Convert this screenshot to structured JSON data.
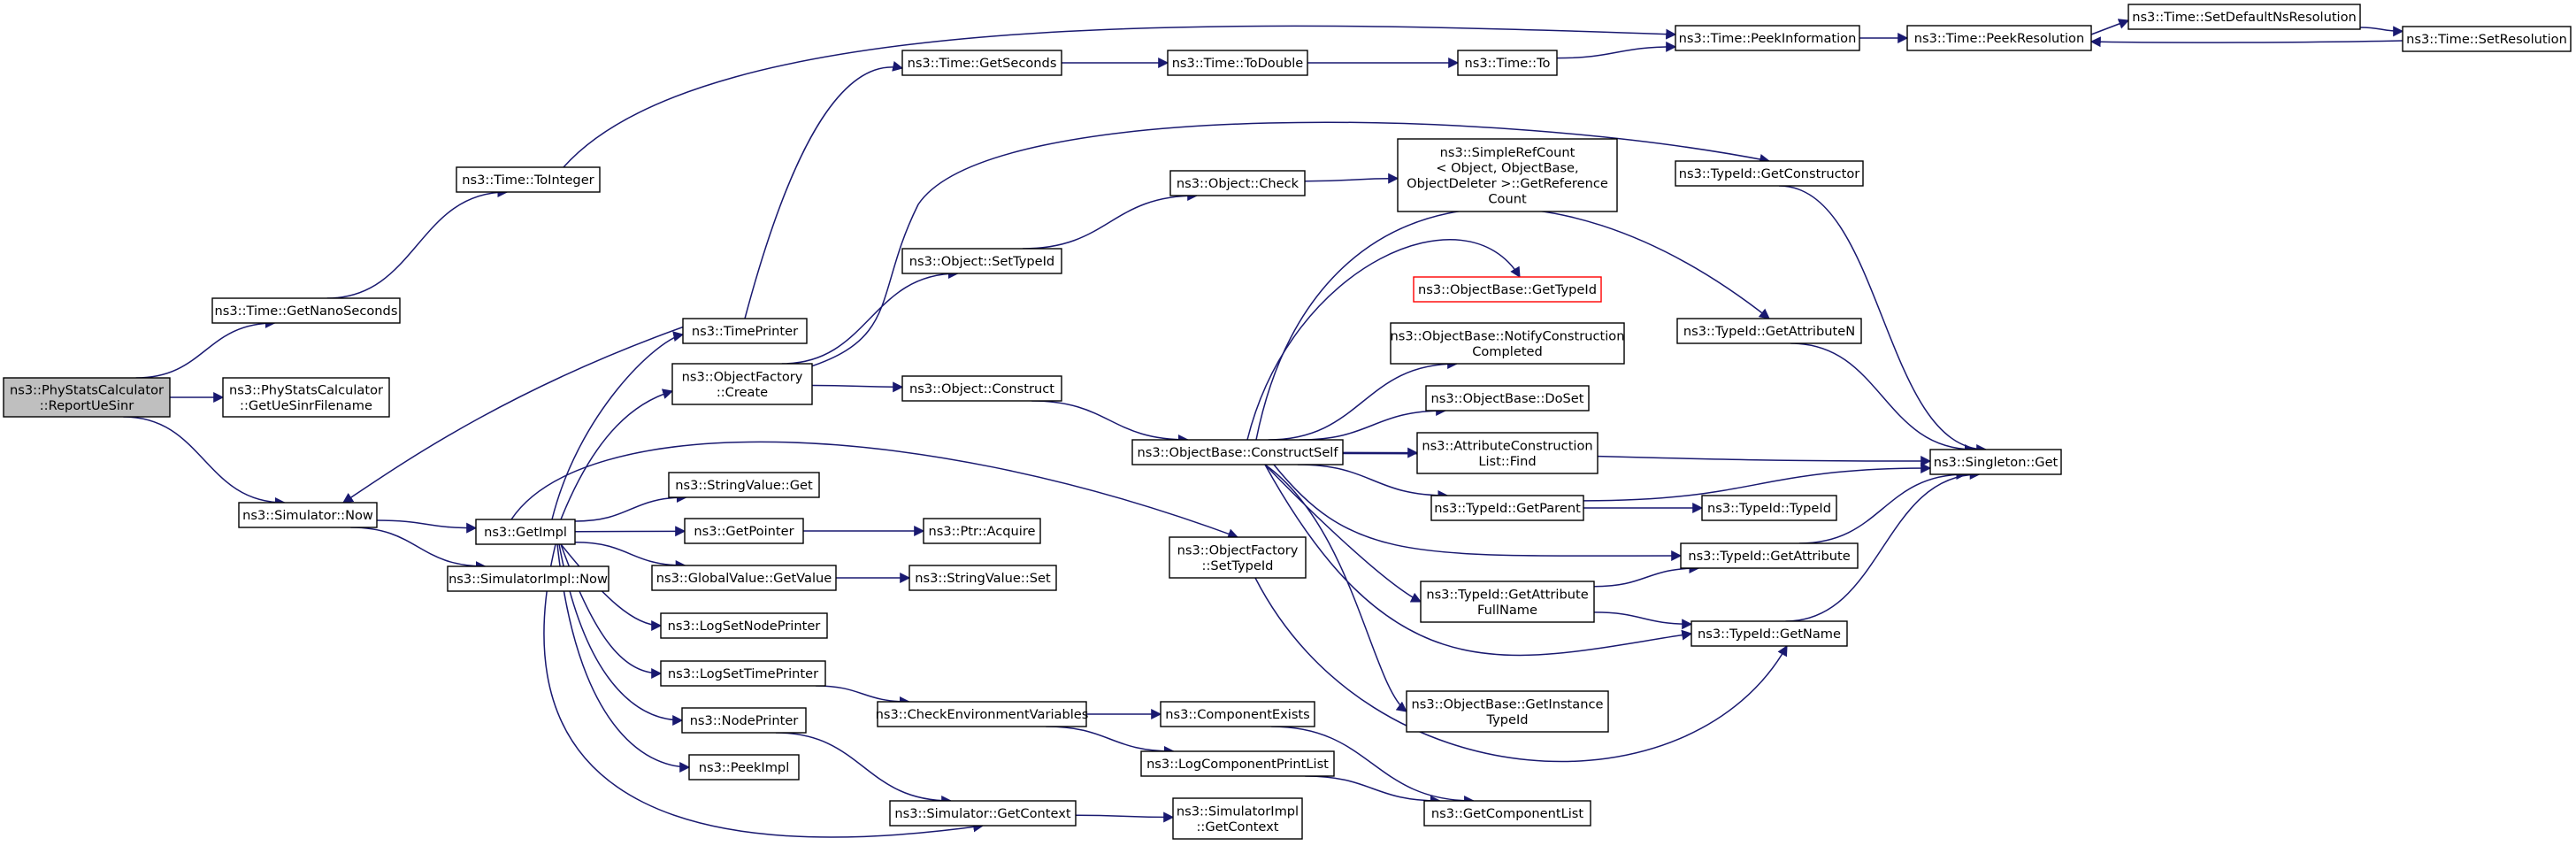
{
  "colors": {
    "edge": "#191970",
    "root_fill": "#bfbfbf",
    "highlight_border": "#ff0000",
    "node_border": "#000000"
  },
  "nodes": {
    "root": {
      "lines": [
        "ns3::PhyStatsCalculator",
        "::ReportUeSinr"
      ]
    },
    "getUeSinrFilename": {
      "lines": [
        "ns3::PhyStatsCalculator",
        "::GetUeSinrFilename"
      ]
    },
    "getNanoSeconds": {
      "lines": [
        "ns3::Time::GetNanoSeconds"
      ]
    },
    "simulatorNow": {
      "lines": [
        "ns3::Simulator::Now"
      ]
    },
    "toInteger": {
      "lines": [
        "ns3::Time::ToInteger"
      ]
    },
    "getImpl": {
      "lines": [
        "ns3::GetImpl"
      ]
    },
    "simulatorImplNow": {
      "lines": [
        "ns3::SimulatorImpl::Now"
      ]
    },
    "timePrinter": {
      "lines": [
        "ns3::TimePrinter"
      ]
    },
    "objectFactoryCreate": {
      "lines": [
        "ns3::ObjectFactory",
        "::Create"
      ]
    },
    "stringValueGet": {
      "lines": [
        "ns3::StringValue::Get"
      ]
    },
    "getPointer": {
      "lines": [
        "ns3::GetPointer"
      ]
    },
    "globalValueGetValue": {
      "lines": [
        "ns3::GlobalValue::GetValue"
      ]
    },
    "logSetNodePrinter": {
      "lines": [
        "ns3::LogSetNodePrinter"
      ]
    },
    "logSetTimePrinter": {
      "lines": [
        "ns3::LogSetTimePrinter"
      ]
    },
    "nodePrinter": {
      "lines": [
        "ns3::NodePrinter"
      ]
    },
    "peekImpl": {
      "lines": [
        "ns3::PeekImpl"
      ]
    },
    "getSeconds": {
      "lines": [
        "ns3::Time::GetSeconds"
      ]
    },
    "objectSetTypeId": {
      "lines": [
        "ns3::Object::SetTypeId"
      ]
    },
    "objectConstruct": {
      "lines": [
        "ns3::Object::Construct"
      ]
    },
    "ptrAcquire": {
      "lines": [
        "ns3::Ptr::Acquire"
      ]
    },
    "stringValueSet": {
      "lines": [
        "ns3::StringValue::Set"
      ]
    },
    "checkEnvVars": {
      "lines": [
        "ns3::CheckEnvironmentVariables"
      ]
    },
    "simulatorGetContext": {
      "lines": [
        "ns3::Simulator::GetContext"
      ]
    },
    "toDouble": {
      "lines": [
        "ns3::Time::ToDouble"
      ]
    },
    "objectCheck": {
      "lines": [
        "ns3::Object::Check"
      ]
    },
    "constructSelf": {
      "lines": [
        "ns3::ObjectBase::ConstructSelf"
      ]
    },
    "factorySetTypeId": {
      "lines": [
        "ns3::ObjectFactory",
        "::SetTypeId"
      ]
    },
    "componentExists": {
      "lines": [
        "ns3::ComponentExists"
      ]
    },
    "logComponentPrintList": {
      "lines": [
        "ns3::LogComponentPrintList"
      ]
    },
    "simImplGetContext": {
      "lines": [
        "ns3::SimulatorImpl",
        "::GetContext"
      ]
    },
    "timeTo": {
      "lines": [
        "ns3::Time::To"
      ]
    },
    "simpleRefCount": {
      "lines": [
        "ns3::SimpleRefCount",
        "< Object, ObjectBase,",
        "ObjectDeleter >::GetReference",
        "Count"
      ]
    },
    "obGetTypeId": {
      "lines": [
        "ns3::ObjectBase::GetTypeId"
      ]
    },
    "obNotify": {
      "lines": [
        "ns3::ObjectBase::NotifyConstruction",
        "Completed"
      ]
    },
    "obDoSet": {
      "lines": [
        "ns3::ObjectBase::DoSet"
      ]
    },
    "attrConstructionFind": {
      "lines": [
        "ns3::AttributeConstruction",
        "List::Find"
      ]
    },
    "typeIdGetParent": {
      "lines": [
        "ns3::TypeId::GetParent"
      ]
    },
    "typeIdGetAttrFullName": {
      "lines": [
        "ns3::TypeId::GetAttribute",
        "FullName"
      ]
    },
    "obGetInstanceTypeId": {
      "lines": [
        "ns3::ObjectBase::GetInstance",
        "TypeId"
      ]
    },
    "getComponentList": {
      "lines": [
        "ns3::GetComponentList"
      ]
    },
    "peekInformation": {
      "lines": [
        "ns3::Time::PeekInformation"
      ]
    },
    "typeIdGetConstructor": {
      "lines": [
        "ns3::TypeId::GetConstructor"
      ]
    },
    "typeIdGetAttributeN": {
      "lines": [
        "ns3::TypeId::GetAttributeN"
      ]
    },
    "typeIdTypeId": {
      "lines": [
        "ns3::TypeId::TypeId"
      ]
    },
    "typeIdGetAttribute": {
      "lines": [
        "ns3::TypeId::GetAttribute"
      ]
    },
    "typeIdGetName": {
      "lines": [
        "ns3::TypeId::GetName"
      ]
    },
    "peekResolution": {
      "lines": [
        "ns3::Time::PeekResolution"
      ]
    },
    "singletonGet": {
      "lines": [
        "ns3::Singleton::Get"
      ]
    },
    "setDefaultNsResolution": {
      "lines": [
        "ns3::Time::SetDefaultNsResolution"
      ]
    },
    "setResolution": {
      "lines": [
        "ns3::Time::SetResolution"
      ]
    }
  },
  "edges": [
    [
      "root",
      "getNanoSeconds"
    ],
    [
      "root",
      "getUeSinrFilename"
    ],
    [
      "root",
      "simulatorNow"
    ],
    [
      "getNanoSeconds",
      "toInteger"
    ],
    [
      "toInteger",
      "peekInformation"
    ],
    [
      "simulatorNow",
      "getImpl"
    ],
    [
      "simulatorNow",
      "simulatorImplNow"
    ],
    [
      "getImpl",
      "timePrinter"
    ],
    [
      "getImpl",
      "objectFactoryCreate"
    ],
    [
      "getImpl",
      "stringValueGet"
    ],
    [
      "getImpl",
      "getPointer"
    ],
    [
      "getImpl",
      "globalValueGetValue"
    ],
    [
      "getImpl",
      "logSetNodePrinter"
    ],
    [
      "getImpl",
      "logSetTimePrinter"
    ],
    [
      "getImpl",
      "nodePrinter"
    ],
    [
      "getImpl",
      "peekImpl"
    ],
    [
      "getImpl",
      "factorySetTypeId"
    ],
    [
      "getImpl",
      "simulatorGetContext"
    ],
    [
      "timePrinter",
      "simulatorNow"
    ],
    [
      "timePrinter",
      "getSeconds"
    ],
    [
      "objectFactoryCreate",
      "objectSetTypeId"
    ],
    [
      "objectFactoryCreate",
      "objectConstruct"
    ],
    [
      "objectFactoryCreate",
      "typeIdGetConstructor"
    ],
    [
      "getPointer",
      "ptrAcquire"
    ],
    [
      "globalValueGetValue",
      "stringValueSet"
    ],
    [
      "logSetTimePrinter",
      "checkEnvVars"
    ],
    [
      "nodePrinter",
      "simulatorGetContext"
    ],
    [
      "getSeconds",
      "toDouble"
    ],
    [
      "toDouble",
      "timeTo"
    ],
    [
      "timeTo",
      "peekInformation"
    ],
    [
      "objectSetTypeId",
      "objectCheck"
    ],
    [
      "objectCheck",
      "simpleRefCount"
    ],
    [
      "objectConstruct",
      "constructSelf"
    ],
    [
      "constructSelf",
      "obGetTypeId"
    ],
    [
      "constructSelf",
      "obNotify"
    ],
    [
      "constructSelf",
      "obDoSet"
    ],
    [
      "constructSelf",
      "attrConstructionFind"
    ],
    [
      "constructSelf",
      "typeIdGetParent"
    ],
    [
      "constructSelf",
      "typeIdGetAttrFullName"
    ],
    [
      "constructSelf",
      "obGetInstanceTypeId"
    ],
    [
      "constructSelf",
      "typeIdGetAttributeN"
    ],
    [
      "constructSelf",
      "typeIdGetAttribute"
    ],
    [
      "constructSelf",
      "typeIdGetName"
    ],
    [
      "constructSelf",
      "singletonGet"
    ],
    [
      "factorySetTypeId",
      "typeIdGetName"
    ],
    [
      "checkEnvVars",
      "componentExists"
    ],
    [
      "checkEnvVars",
      "logComponentPrintList"
    ],
    [
      "componentExists",
      "getComponentList"
    ],
    [
      "logComponentPrintList",
      "getComponentList"
    ],
    [
      "simulatorGetContext",
      "simImplGetContext"
    ],
    [
      "typeIdGetParent",
      "singletonGet"
    ],
    [
      "typeIdGetParent",
      "typeIdTypeId"
    ],
    [
      "typeIdGetAttrFullName",
      "typeIdGetAttribute"
    ],
    [
      "typeIdGetAttrFullName",
      "typeIdGetName"
    ],
    [
      "typeIdGetConstructor",
      "singletonGet"
    ],
    [
      "typeIdGetAttributeN",
      "singletonGet"
    ],
    [
      "typeIdGetAttribute",
      "singletonGet"
    ],
    [
      "typeIdGetName",
      "singletonGet"
    ],
    [
      "peekInformation",
      "peekResolution"
    ],
    [
      "peekResolution",
      "setDefaultNsResolution"
    ],
    [
      "setDefaultNsResolution",
      "setResolution"
    ],
    [
      "setResolution",
      "peekResolution"
    ]
  ]
}
